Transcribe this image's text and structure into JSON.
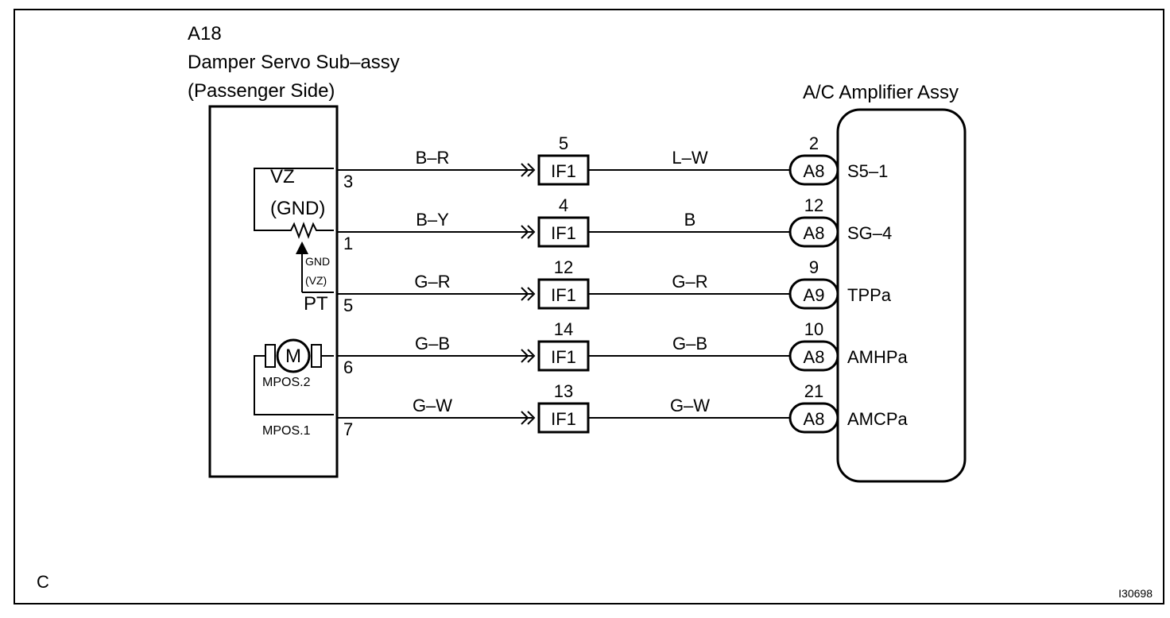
{
  "corner_label": "C",
  "figure_id": "I30698",
  "servo": {
    "code": "A18",
    "name": "Damper Servo Sub–assy",
    "side": "(Passenger Side)",
    "vz_label": "VZ",
    "gnd_label": "(GND)",
    "gnd_small": "GND",
    "vz_small": "(VZ)",
    "pt_label": "PT",
    "motor_label": "M",
    "mpos2_label": "MPOS.2",
    "mpos1_label": "MPOS.1"
  },
  "amplifier": {
    "name": "A/C Amplifier Assy"
  },
  "circuits": [
    {
      "servo_pin": "3",
      "wire_left": "B–R",
      "if_pin": "5",
      "connector": "IF1",
      "wire_right": "L–W",
      "amp_pin": "2",
      "amp_conn": "A8",
      "signal": "S5–1"
    },
    {
      "servo_pin": "1",
      "wire_left": "B–Y",
      "if_pin": "4",
      "connector": "IF1",
      "wire_right": "B",
      "amp_pin": "12",
      "amp_conn": "A8",
      "signal": "SG–4"
    },
    {
      "servo_pin": "5",
      "wire_left": "G–R",
      "if_pin": "12",
      "connector": "IF1",
      "wire_right": "G–R",
      "amp_pin": "9",
      "amp_conn": "A9",
      "signal": "TPPa"
    },
    {
      "servo_pin": "6",
      "wire_left": "G–B",
      "if_pin": "14",
      "connector": "IF1",
      "wire_right": "G–B",
      "amp_pin": "10",
      "amp_conn": "A8",
      "signal": "AMHPa"
    },
    {
      "servo_pin": "7",
      "wire_left": "G–W",
      "if_pin": "13",
      "connector": "IF1",
      "wire_right": "G–W",
      "amp_pin": "21",
      "amp_conn": "A8",
      "signal": "AMCPa"
    }
  ]
}
